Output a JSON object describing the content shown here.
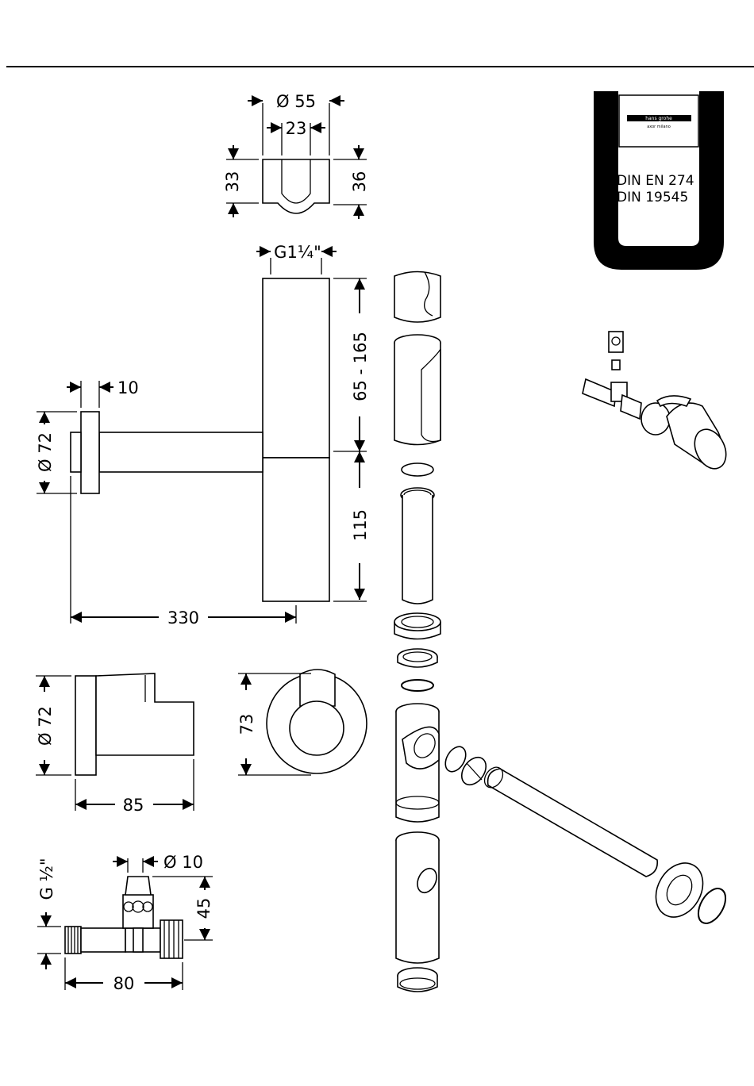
{
  "dimensions": {
    "top_outer_diameter": "Ø 55",
    "top_inner_width": "23",
    "top_left_height": "33",
    "top_right_height": "36",
    "thread": "G1¼\"",
    "height_adjust": "65 - 165",
    "lower_height": "115",
    "flange_thickness": "10",
    "flange_diameter": "Ø 72",
    "projection": "330",
    "rosette_diameter": "Ø 72",
    "rosette_depth": "85",
    "front_height": "73",
    "valve_thread": "G ½\"",
    "valve_outlet": "Ø 10",
    "valve_height": "45",
    "valve_length": "80"
  },
  "certification": {
    "brand_line": "hans grohe",
    "sub_line": "axor  milano",
    "din_1": "DIN EN 274",
    "din_2": "DIN 19545"
  }
}
